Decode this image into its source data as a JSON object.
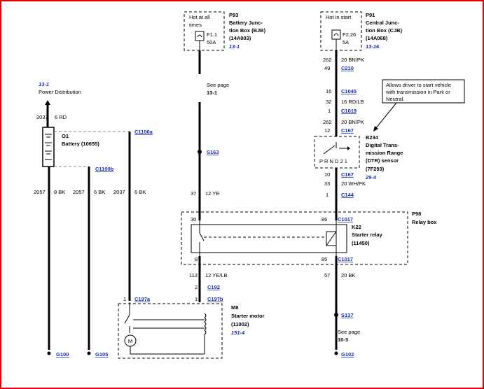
{
  "left": {
    "ref": "13-1",
    "power_dist": "Power Distribution",
    "w_2037_top": "2037",
    "w_6rd": "6 RD",
    "battery_id": "O1",
    "battery_name": "Battery (10655)",
    "c1100a": "C1100a",
    "c1100b": "C1100b",
    "w1_num": "2057",
    "w1_label": "8 BK",
    "w2_num": "2057",
    "w2_label": "6 BK",
    "w3_num": "2037",
    "w3_label": "6 BK",
    "g100": "G100",
    "g105": "G105"
  },
  "bjb": {
    "hot_at": "Hot at all",
    "times": "times",
    "fuse": "F1.1",
    "amps": "50A",
    "id": "P93",
    "name1": "Battery Junc-",
    "name2": "tion Box (BJB)",
    "part": "(14A003)",
    "page": "13-1",
    "see_page": "See page",
    "see_ref": "13-1",
    "s163": "S163",
    "w37": "37",
    "w37_label": "12 YE"
  },
  "cjb": {
    "hot_in_start": "Hot in start",
    "fuse": "F2.26",
    "amps": "5A",
    "id": "P91",
    "name1": "Central Junc-",
    "name2": "tion Box (CJB)",
    "part": "(14A068)",
    "page": "13-16",
    "pin262a": "262",
    "wire_a": "20 BN/PK",
    "pin49": "49",
    "c210": "C210",
    "pin16": "16",
    "c1045": "C1045",
    "pin32": "32",
    "wire_b": "16 RD/LB",
    "pin1a": "1",
    "c1019": "C1019",
    "pin262b": "262",
    "wire_c": "20 BN/PK",
    "pin12": "12",
    "c167a": "C167",
    "pin10": "10",
    "c167b": "C167",
    "pin33": "33",
    "wire_d": "20 WH/PK",
    "pin1b": "1",
    "c144": "C144"
  },
  "note": {
    "line1": "Allows driver to start vehicle",
    "line2": "with transmission in Park or",
    "line3": "Neutral."
  },
  "dtr": {
    "id": "B234",
    "name1": "Digital Trans-",
    "name2": "mission Range",
    "name3": "(DTR) sensor",
    "part": "(7F293)",
    "page": "29-4",
    "gear_letters": "P R N D 2 1"
  },
  "relay": {
    "box_id": "P98",
    "box_name": "Relay box",
    "pin30": "30",
    "pin86": "86",
    "c1017a": "C1017",
    "id": "K22",
    "name": "Starter relay",
    "part": "(11450)",
    "pin87": "87",
    "pin85": "85",
    "c1017b": "C1017"
  },
  "lower": {
    "w113": "113",
    "w113_label": "12 YE/LB",
    "pin2": "2",
    "c192": "C192",
    "pin1c": "1",
    "c197a": "C197a",
    "pin1d": "1",
    "c197b": "C197b",
    "w57": "57",
    "w57_label": "20 BK",
    "s137": "S137",
    "see_page": "See page",
    "see_ref": "10-3",
    "g102": "G102"
  },
  "motor": {
    "id": "M8",
    "name1": "Starter motor",
    "part": "(11002)",
    "page": "151-4",
    "symbol": "M"
  }
}
